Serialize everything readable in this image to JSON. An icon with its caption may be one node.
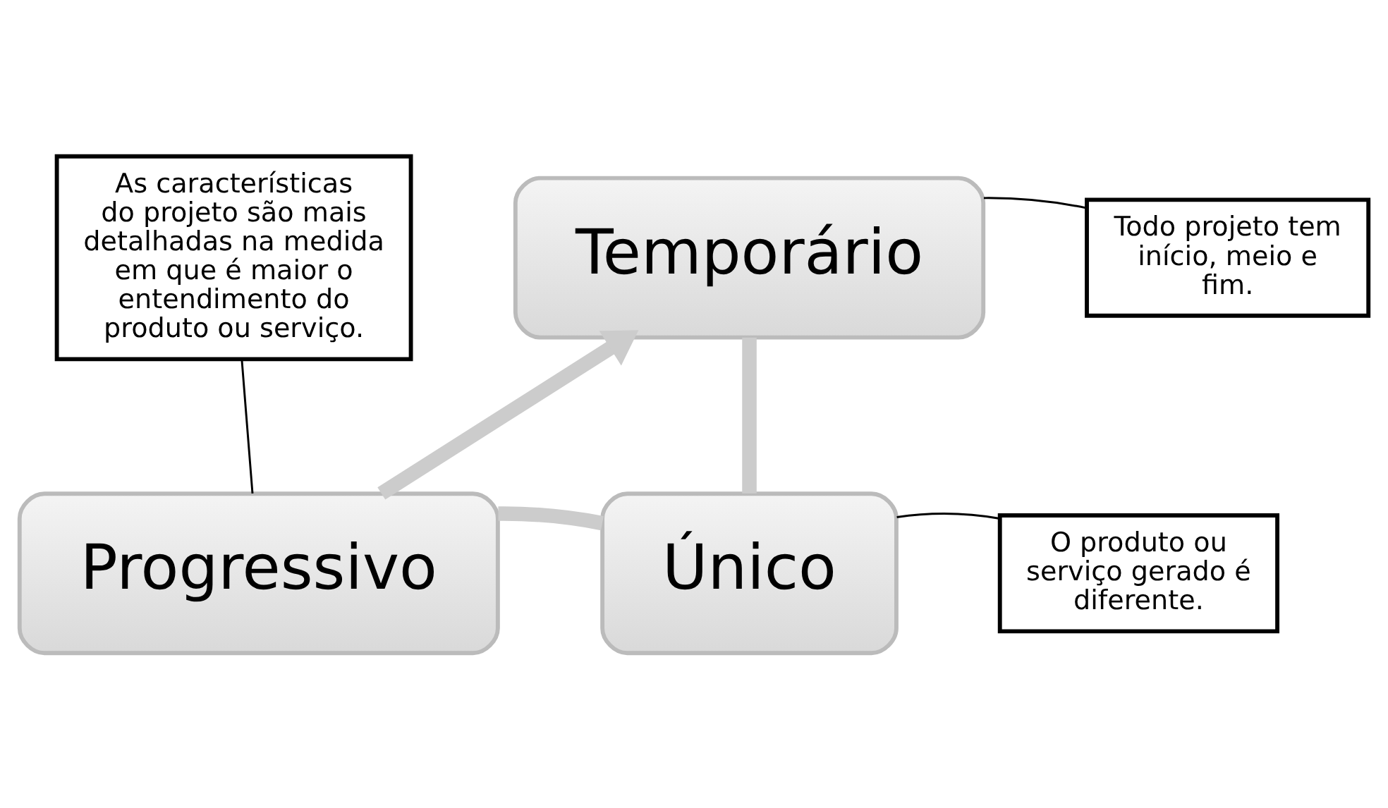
{
  "diagram": {
    "nodes": [
      {
        "text": [
          "Temporário"
        ]
      },
      {
        "text": [
          "Único"
        ]
      },
      {
        "text": [
          "Progressivo"
        ]
      },
      {
        "text": [
          "Todo projeto tem início, meio e fim."
        ]
      },
      {
        "text": [
          "O produto ou serviço gerado é diferente."
        ]
      },
      {
        "text": [
          "As características do projeto são mais detalhadas na medida em que é maior o entendimento do produto ou serviço."
        ]
      }
    ],
    "edges": [
      {
        "from": 0,
        "to": 1,
        "arrow": "none",
        "style": "thick",
        "color": "#cccccc"
      },
      {
        "from": 1,
        "to": 2,
        "arrow": "none",
        "style": "thick",
        "color": "#cccccc"
      },
      {
        "from": 2,
        "to": 0,
        "arrow": "to",
        "style": "thick",
        "color": "#cccccc"
      },
      {
        "from": 3,
        "to": 0,
        "arrow": "none",
        "color": "#000000"
      },
      {
        "from": 4,
        "to": 1,
        "arrow": "none",
        "color": "#000000"
      },
      {
        "from": 5,
        "to": 2,
        "arrow": "none",
        "color": "#000000"
      }
    ]
  }
}
